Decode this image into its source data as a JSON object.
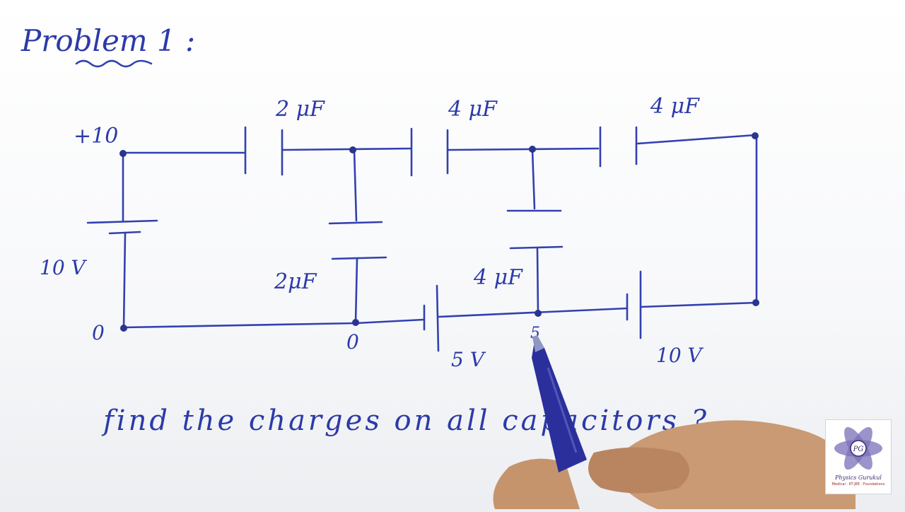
{
  "problem": {
    "title": "Problem 1 :"
  },
  "circuit": {
    "node_labels": {
      "top_left": "+10",
      "bottom_left": "0",
      "bottom_mid": "0",
      "bottom_right_mid": "5"
    },
    "capacitors": {
      "top1": "2 μF",
      "top2": "4 μF",
      "top3": "4 μF",
      "vert1": "2μF",
      "vert2": "4 μF"
    },
    "batteries": {
      "left": "10 V",
      "bottom_mid": "5 V",
      "bottom_right": "10 V"
    }
  },
  "question": "find the charges on all capacitors ?",
  "watermark": {
    "title": "Physics Gurukul",
    "subtitle": "Medical · IIT-JEE · Foundations",
    "badge": "PG"
  },
  "colors": {
    "ink": "#3340b0",
    "paper": "#ffffff",
    "watermark_petal": "#7a70b8"
  }
}
